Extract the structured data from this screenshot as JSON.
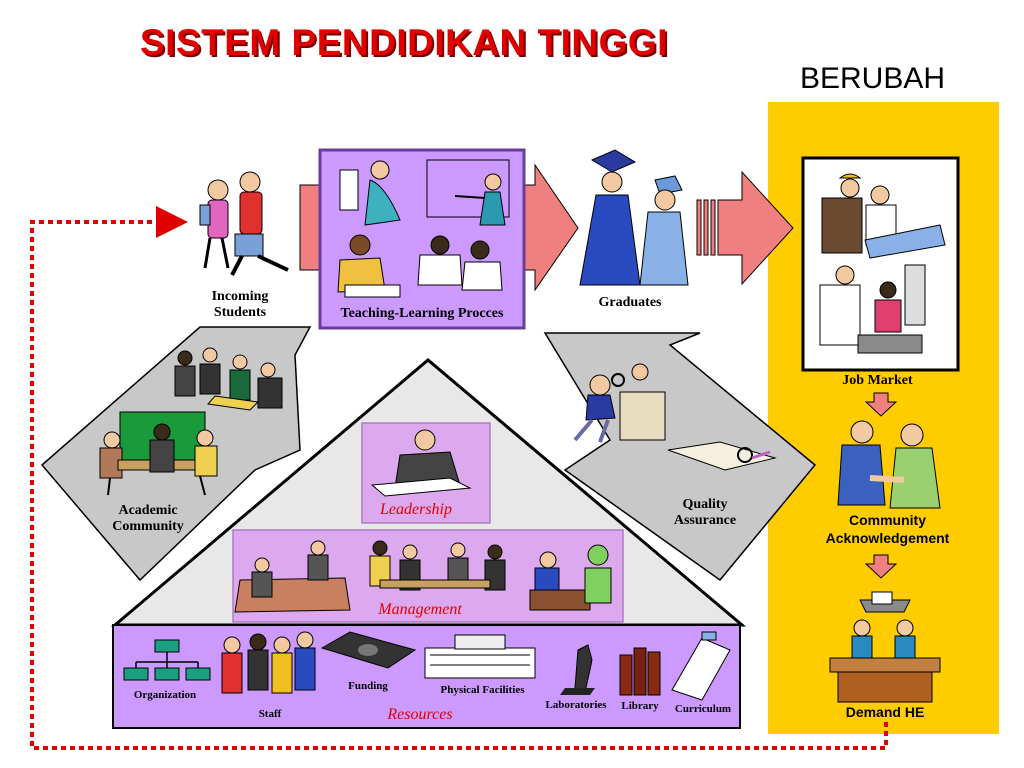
{
  "header": {
    "title": "SISTEM PENDIDIKAN TINGGI",
    "subtitle": "BERUBAH"
  },
  "flow": {
    "incoming": "Incoming Students",
    "process": "Teaching-Learning Procces",
    "graduates": "Graduates",
    "job_market": "Job Market",
    "community": "Community Acknowledgement",
    "demand": "Demand HE"
  },
  "side": {
    "academic": "Academic Community",
    "quality": "Quality Assurance"
  },
  "pyramid": {
    "leadership": "Leadership",
    "management": "Management",
    "resources": "Resources",
    "items": {
      "organization": "Organization",
      "staff": "Staff",
      "funding": "Funding",
      "facilities": "Physical Facilities",
      "laboratories": "Laboratories",
      "library": "Library",
      "curriculum": "Curriculum"
    }
  },
  "colors": {
    "title": "#e00000",
    "yellow_panel": "#ffcc00",
    "purple_box": "#cc99ff",
    "arrow_pink": "#f08080",
    "grey_arrow": "#c8c8c8",
    "loop_line": "#e00000"
  }
}
